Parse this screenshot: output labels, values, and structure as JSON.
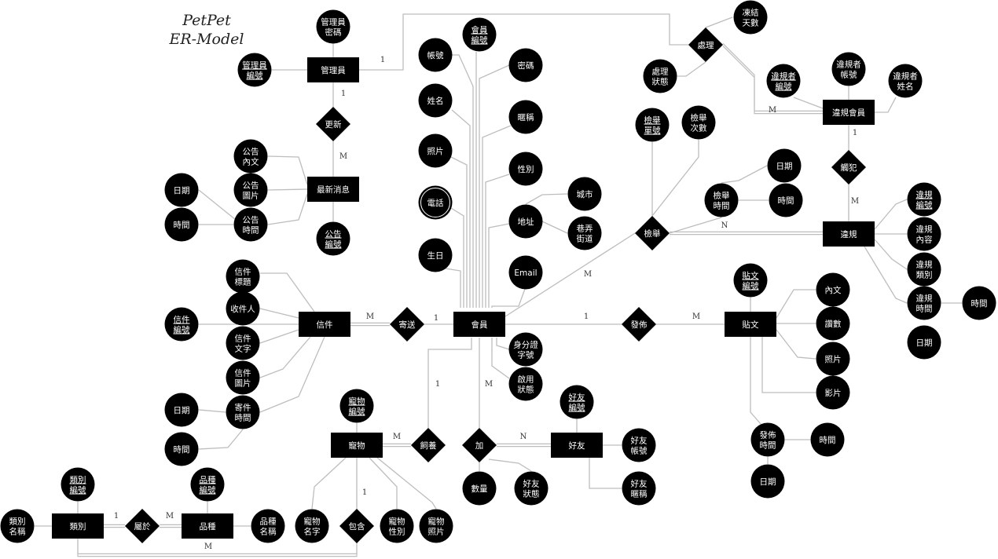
{
  "title": [
    "PetPet",
    "ER-Model"
  ],
  "entities": [
    {
      "id": "admin",
      "label": [
        "管理員"
      ]
    },
    {
      "id": "news",
      "label": [
        "最新消息"
      ]
    },
    {
      "id": "member",
      "label": [
        "會員"
      ]
    },
    {
      "id": "mail",
      "label": [
        "信件"
      ]
    },
    {
      "id": "post",
      "label": [
        "貼文"
      ]
    },
    {
      "id": "pet",
      "label": [
        "寵物"
      ]
    },
    {
      "id": "friend",
      "label": [
        "好友"
      ]
    },
    {
      "id": "category",
      "label": [
        "類別"
      ]
    },
    {
      "id": "breed",
      "label": [
        "品種"
      ]
    },
    {
      "id": "viomem",
      "label": [
        "違規會員"
      ]
    },
    {
      "id": "violation",
      "label": [
        "違規"
      ]
    }
  ],
  "relationships": [
    {
      "id": "r_handle",
      "label": [
        "處理"
      ]
    },
    {
      "id": "r_update",
      "label": [
        "更新"
      ]
    },
    {
      "id": "r_report",
      "label": [
        "檢舉"
      ]
    },
    {
      "id": "r_offend",
      "label": [
        "觸犯"
      ]
    },
    {
      "id": "r_send",
      "label": [
        "寄送"
      ]
    },
    {
      "id": "r_publish",
      "label": [
        "發佈"
      ]
    },
    {
      "id": "r_raise",
      "label": [
        "飼養"
      ]
    },
    {
      "id": "r_add",
      "label": [
        "加"
      ]
    },
    {
      "id": "r_contain",
      "label": [
        "包含"
      ]
    },
    {
      "id": "r_belong",
      "label": [
        "屬於"
      ]
    }
  ],
  "attributes": [
    {
      "id": "a_admin_pw",
      "label": [
        "管理員",
        "密碼"
      ]
    },
    {
      "id": "a_admin_id",
      "label": [
        "管理員",
        "編號"
      ],
      "key": true
    },
    {
      "id": "a_freeze",
      "label": [
        "凍結",
        "天數"
      ]
    },
    {
      "id": "a_handle_status",
      "label": [
        "處理",
        "狀態"
      ]
    },
    {
      "id": "a_vio_id",
      "label": [
        "違規者",
        "編號"
      ],
      "key": true
    },
    {
      "id": "a_vio_acct",
      "label": [
        "違規者",
        "帳號"
      ]
    },
    {
      "id": "a_vio_name",
      "label": [
        "違規者",
        "姓名"
      ]
    },
    {
      "id": "a_rep_no",
      "label": [
        "檢舉",
        "單號"
      ],
      "key": true
    },
    {
      "id": "a_rep_count",
      "label": [
        "檢舉",
        "次數"
      ]
    },
    {
      "id": "a_rep_time",
      "label": [
        "檢舉",
        "時間"
      ]
    },
    {
      "id": "a_rep_date",
      "label": [
        "日期"
      ]
    },
    {
      "id": "a_rep_clock",
      "label": [
        "時間"
      ]
    },
    {
      "id": "a_news_text",
      "label": [
        "公告",
        "內文"
      ]
    },
    {
      "id": "a_news_img",
      "label": [
        "公告",
        "圖片"
      ]
    },
    {
      "id": "a_news_time",
      "label": [
        "公告",
        "時間"
      ]
    },
    {
      "id": "a_news_date2",
      "label": [
        "日期"
      ]
    },
    {
      "id": "a_news_clock2",
      "label": [
        "時間"
      ]
    },
    {
      "id": "a_news_id",
      "label": [
        "公告",
        "編號"
      ],
      "key": true
    },
    {
      "id": "a_account",
      "label": [
        "帳號"
      ]
    },
    {
      "id": "a_member_id",
      "label": [
        "會員",
        "編號"
      ],
      "key": true
    },
    {
      "id": "a_password",
      "label": [
        "密碼"
      ]
    },
    {
      "id": "a_name",
      "label": [
        "姓名"
      ]
    },
    {
      "id": "a_nick",
      "label": [
        "暱稱"
      ]
    },
    {
      "id": "a_photo",
      "label": [
        "照片"
      ]
    },
    {
      "id": "a_gender",
      "label": [
        "性別"
      ]
    },
    {
      "id": "a_phone",
      "label": [
        "電話"
      ],
      "multi": true
    },
    {
      "id": "a_address",
      "label": [
        "地址"
      ]
    },
    {
      "id": "a_city",
      "label": [
        "城市"
      ]
    },
    {
      "id": "a_street",
      "label": [
        "巷弄",
        "街道"
      ]
    },
    {
      "id": "a_birthday",
      "label": [
        "生日"
      ]
    },
    {
      "id": "a_email",
      "label": [
        "Email"
      ]
    },
    {
      "id": "a_idno",
      "label": [
        "身分證",
        "字號"
      ]
    },
    {
      "id": "a_enable",
      "label": [
        "啟用",
        "狀態"
      ]
    },
    {
      "id": "a_mail_title",
      "label": [
        "信件",
        "標題"
      ]
    },
    {
      "id": "a_recipient",
      "label": [
        "收件人"
      ]
    },
    {
      "id": "a_mail_id",
      "label": [
        "信件",
        "編號"
      ],
      "key": true
    },
    {
      "id": "a_mail_text",
      "label": [
        "信件",
        "文字"
      ]
    },
    {
      "id": "a_mail_img",
      "label": [
        "信件",
        "圖片"
      ]
    },
    {
      "id": "a_send_time",
      "label": [
        "寄件",
        "時間"
      ]
    },
    {
      "id": "a_send_date",
      "label": [
        "日期"
      ]
    },
    {
      "id": "a_send_clock",
      "label": [
        "時間"
      ]
    },
    {
      "id": "a_post_id",
      "label": [
        "貼文",
        "編號"
      ],
      "key": true
    },
    {
      "id": "a_post_text",
      "label": [
        "內文"
      ]
    },
    {
      "id": "a_likes",
      "label": [
        "讚數"
      ]
    },
    {
      "id": "a_post_photo",
      "label": [
        "照片"
      ]
    },
    {
      "id": "a_post_video",
      "label": [
        "影片"
      ]
    },
    {
      "id": "a_pub_time",
      "label": [
        "發佈",
        "時間"
      ]
    },
    {
      "id": "a_pub_clock",
      "label": [
        "時間"
      ]
    },
    {
      "id": "a_pub_date",
      "label": [
        "日期"
      ]
    },
    {
      "id": "a_vio_no",
      "label": [
        "違規",
        "編號"
      ],
      "key": true
    },
    {
      "id": "a_vio_content",
      "label": [
        "違規",
        "內容"
      ]
    },
    {
      "id": "a_vio_type",
      "label": [
        "違規",
        "類別"
      ]
    },
    {
      "id": "a_vio_time",
      "label": [
        "違規",
        "時間"
      ]
    },
    {
      "id": "a_vio_clock",
      "label": [
        "時間"
      ]
    },
    {
      "id": "a_vio_date",
      "label": [
        "日期"
      ]
    },
    {
      "id": "a_pet_id",
      "label": [
        "寵物",
        "編號"
      ],
      "key": true
    },
    {
      "id": "a_pet_name",
      "label": [
        "寵物",
        "名字"
      ]
    },
    {
      "id": "a_pet_gender",
      "label": [
        "寵物",
        "性別"
      ]
    },
    {
      "id": "a_pet_photo",
      "label": [
        "寵物",
        "照片"
      ]
    },
    {
      "id": "a_friend_id",
      "label": [
        "好友",
        "編號"
      ],
      "key": true
    },
    {
      "id": "a_friend_acct",
      "label": [
        "好友",
        "帳號"
      ]
    },
    {
      "id": "a_friend_nick",
      "label": [
        "好友",
        "暱稱"
      ]
    },
    {
      "id": "a_qty",
      "label": [
        "數量"
      ]
    },
    {
      "id": "a_friend_status",
      "label": [
        "好友",
        "狀態"
      ]
    },
    {
      "id": "a_cat_id",
      "label": [
        "類別",
        "編號"
      ],
      "key": true
    },
    {
      "id": "a_cat_name",
      "label": [
        "類別",
        "名稱"
      ]
    },
    {
      "id": "a_breed_id",
      "label": [
        "品種",
        "編號"
      ],
      "key": true
    },
    {
      "id": "a_breed_name",
      "label": [
        "品種",
        "名稱"
      ]
    }
  ],
  "cardinalities": [
    {
      "id": "c1",
      "text": "1"
    },
    {
      "id": "c2",
      "text": "1"
    },
    {
      "id": "c3",
      "text": "M"
    },
    {
      "id": "c4",
      "text": "M"
    },
    {
      "id": "c5",
      "text": "1"
    },
    {
      "id": "c6",
      "text": "M"
    },
    {
      "id": "c7",
      "text": "N"
    },
    {
      "id": "c8",
      "text": "M"
    },
    {
      "id": "c9",
      "text": "M"
    },
    {
      "id": "c10",
      "text": "1"
    },
    {
      "id": "c11",
      "text": "1"
    },
    {
      "id": "c12",
      "text": "M"
    },
    {
      "id": "c13",
      "text": "1"
    },
    {
      "id": "c14",
      "text": "M"
    },
    {
      "id": "c15",
      "text": "M"
    },
    {
      "id": "c16",
      "text": "N"
    },
    {
      "id": "c17",
      "text": "1"
    },
    {
      "id": "c18",
      "text": "1"
    },
    {
      "id": "c19",
      "text": "M"
    },
    {
      "id": "c20",
      "text": "M"
    }
  ]
}
